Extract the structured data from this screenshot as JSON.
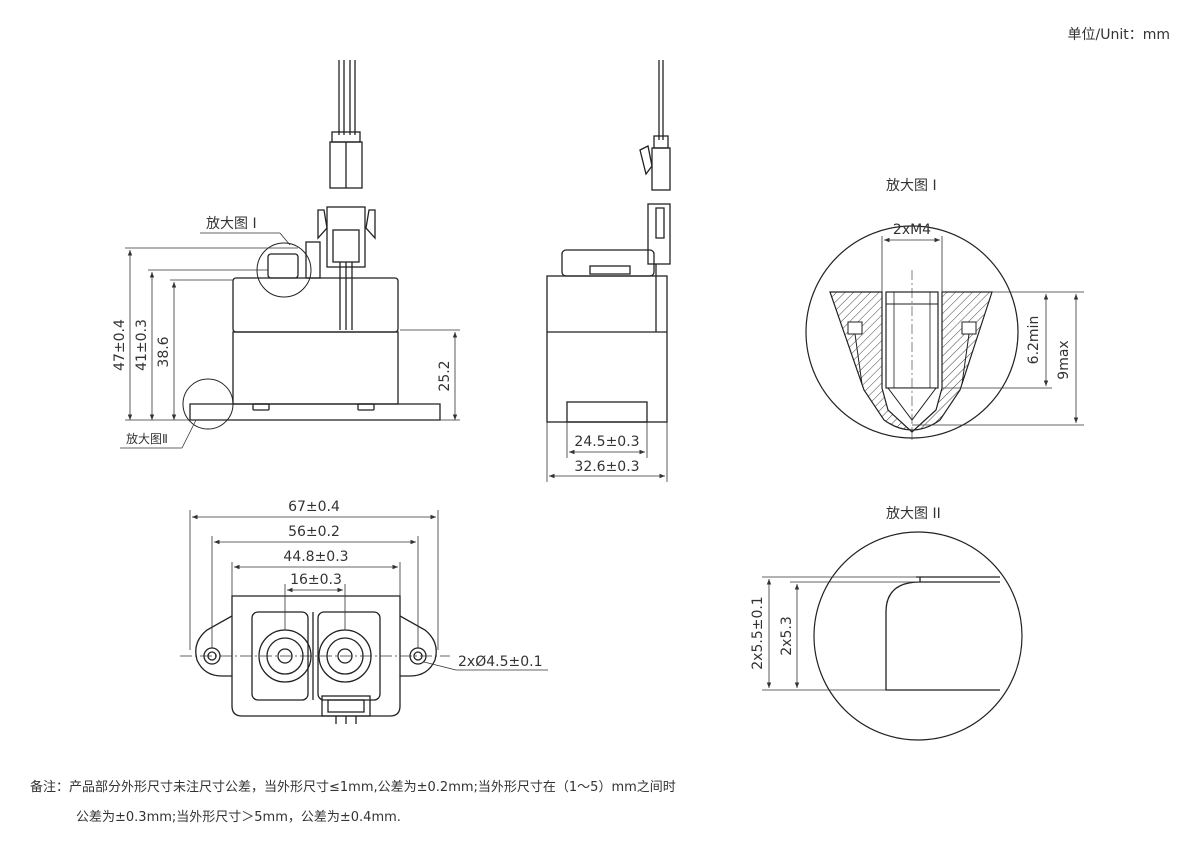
{
  "unit_label": "单位/Unit：mm",
  "views": {
    "front": {
      "detail1_callout": "放大图 I",
      "detail2_callout": "放大图Ⅱ",
      "dim_total_height": "47±0.4",
      "dim_body_height": "41±0.3",
      "dim_mid_height": "38.6",
      "dim_lower_height": "25.2"
    },
    "side": {
      "dim_base_width": "24.5±0.3",
      "dim_total_width": "32.6±0.3"
    },
    "bottom": {
      "dim_overall_length": "67±0.4",
      "dim_hole_spacing": "56±0.2",
      "dim_body_length": "44.8±0.3",
      "dim_terminal_spacing": "16±0.3",
      "dim_hole_diameter": "2xØ4.5±0.1"
    },
    "detail1": {
      "title": "放大图  I",
      "dim_thread": "2xM4",
      "dim_min_depth": "6.2min",
      "dim_max_depth": "9max"
    },
    "detail2": {
      "title": "放大图  II",
      "dim_outer": "2x5.5±0.1",
      "dim_inner": "2x5.3"
    }
  },
  "notes": {
    "line1": "备注：产品部分外形尺寸未注尺寸公差，当外形尺寸≤1mm,公差为±0.2mm;当外形尺寸在（1～5）mm之间时",
    "line2": "公差为±0.3mm;当外形尺寸＞5mm，公差为±0.4mm."
  }
}
